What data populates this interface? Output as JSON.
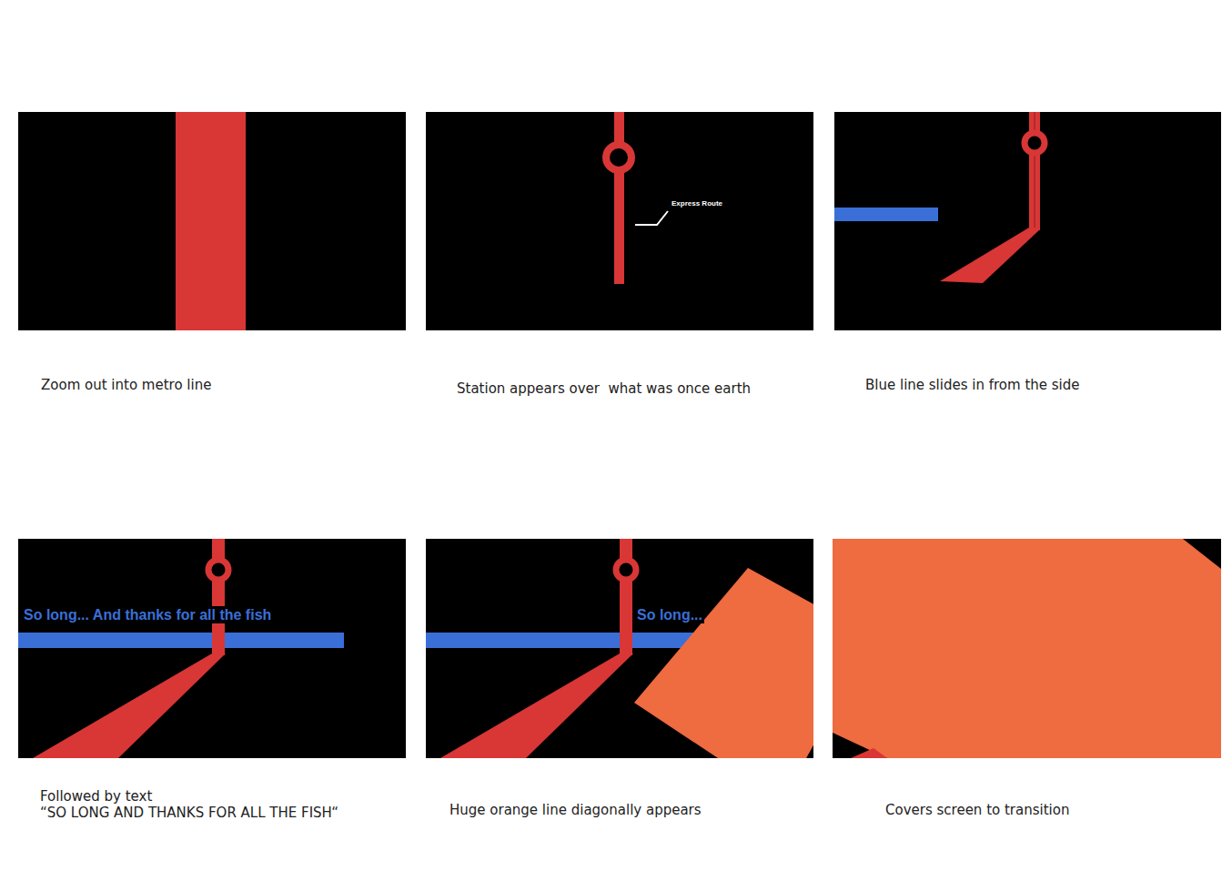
{
  "diagram": {
    "labels": [
      "Zoom out into metro line",
      "Station appears over  what was once earth",
      "Blue line slides in from the side",
      "Followed by text",
      "“SO LONG AND THANKS FOR ALL THE FISH“",
      "Huge orange line diagonally appears",
      "Covers screen to transition",
      "Express Route",
      "So long... And thanks for all the fish",
      "So long..."
    ]
  }
}
